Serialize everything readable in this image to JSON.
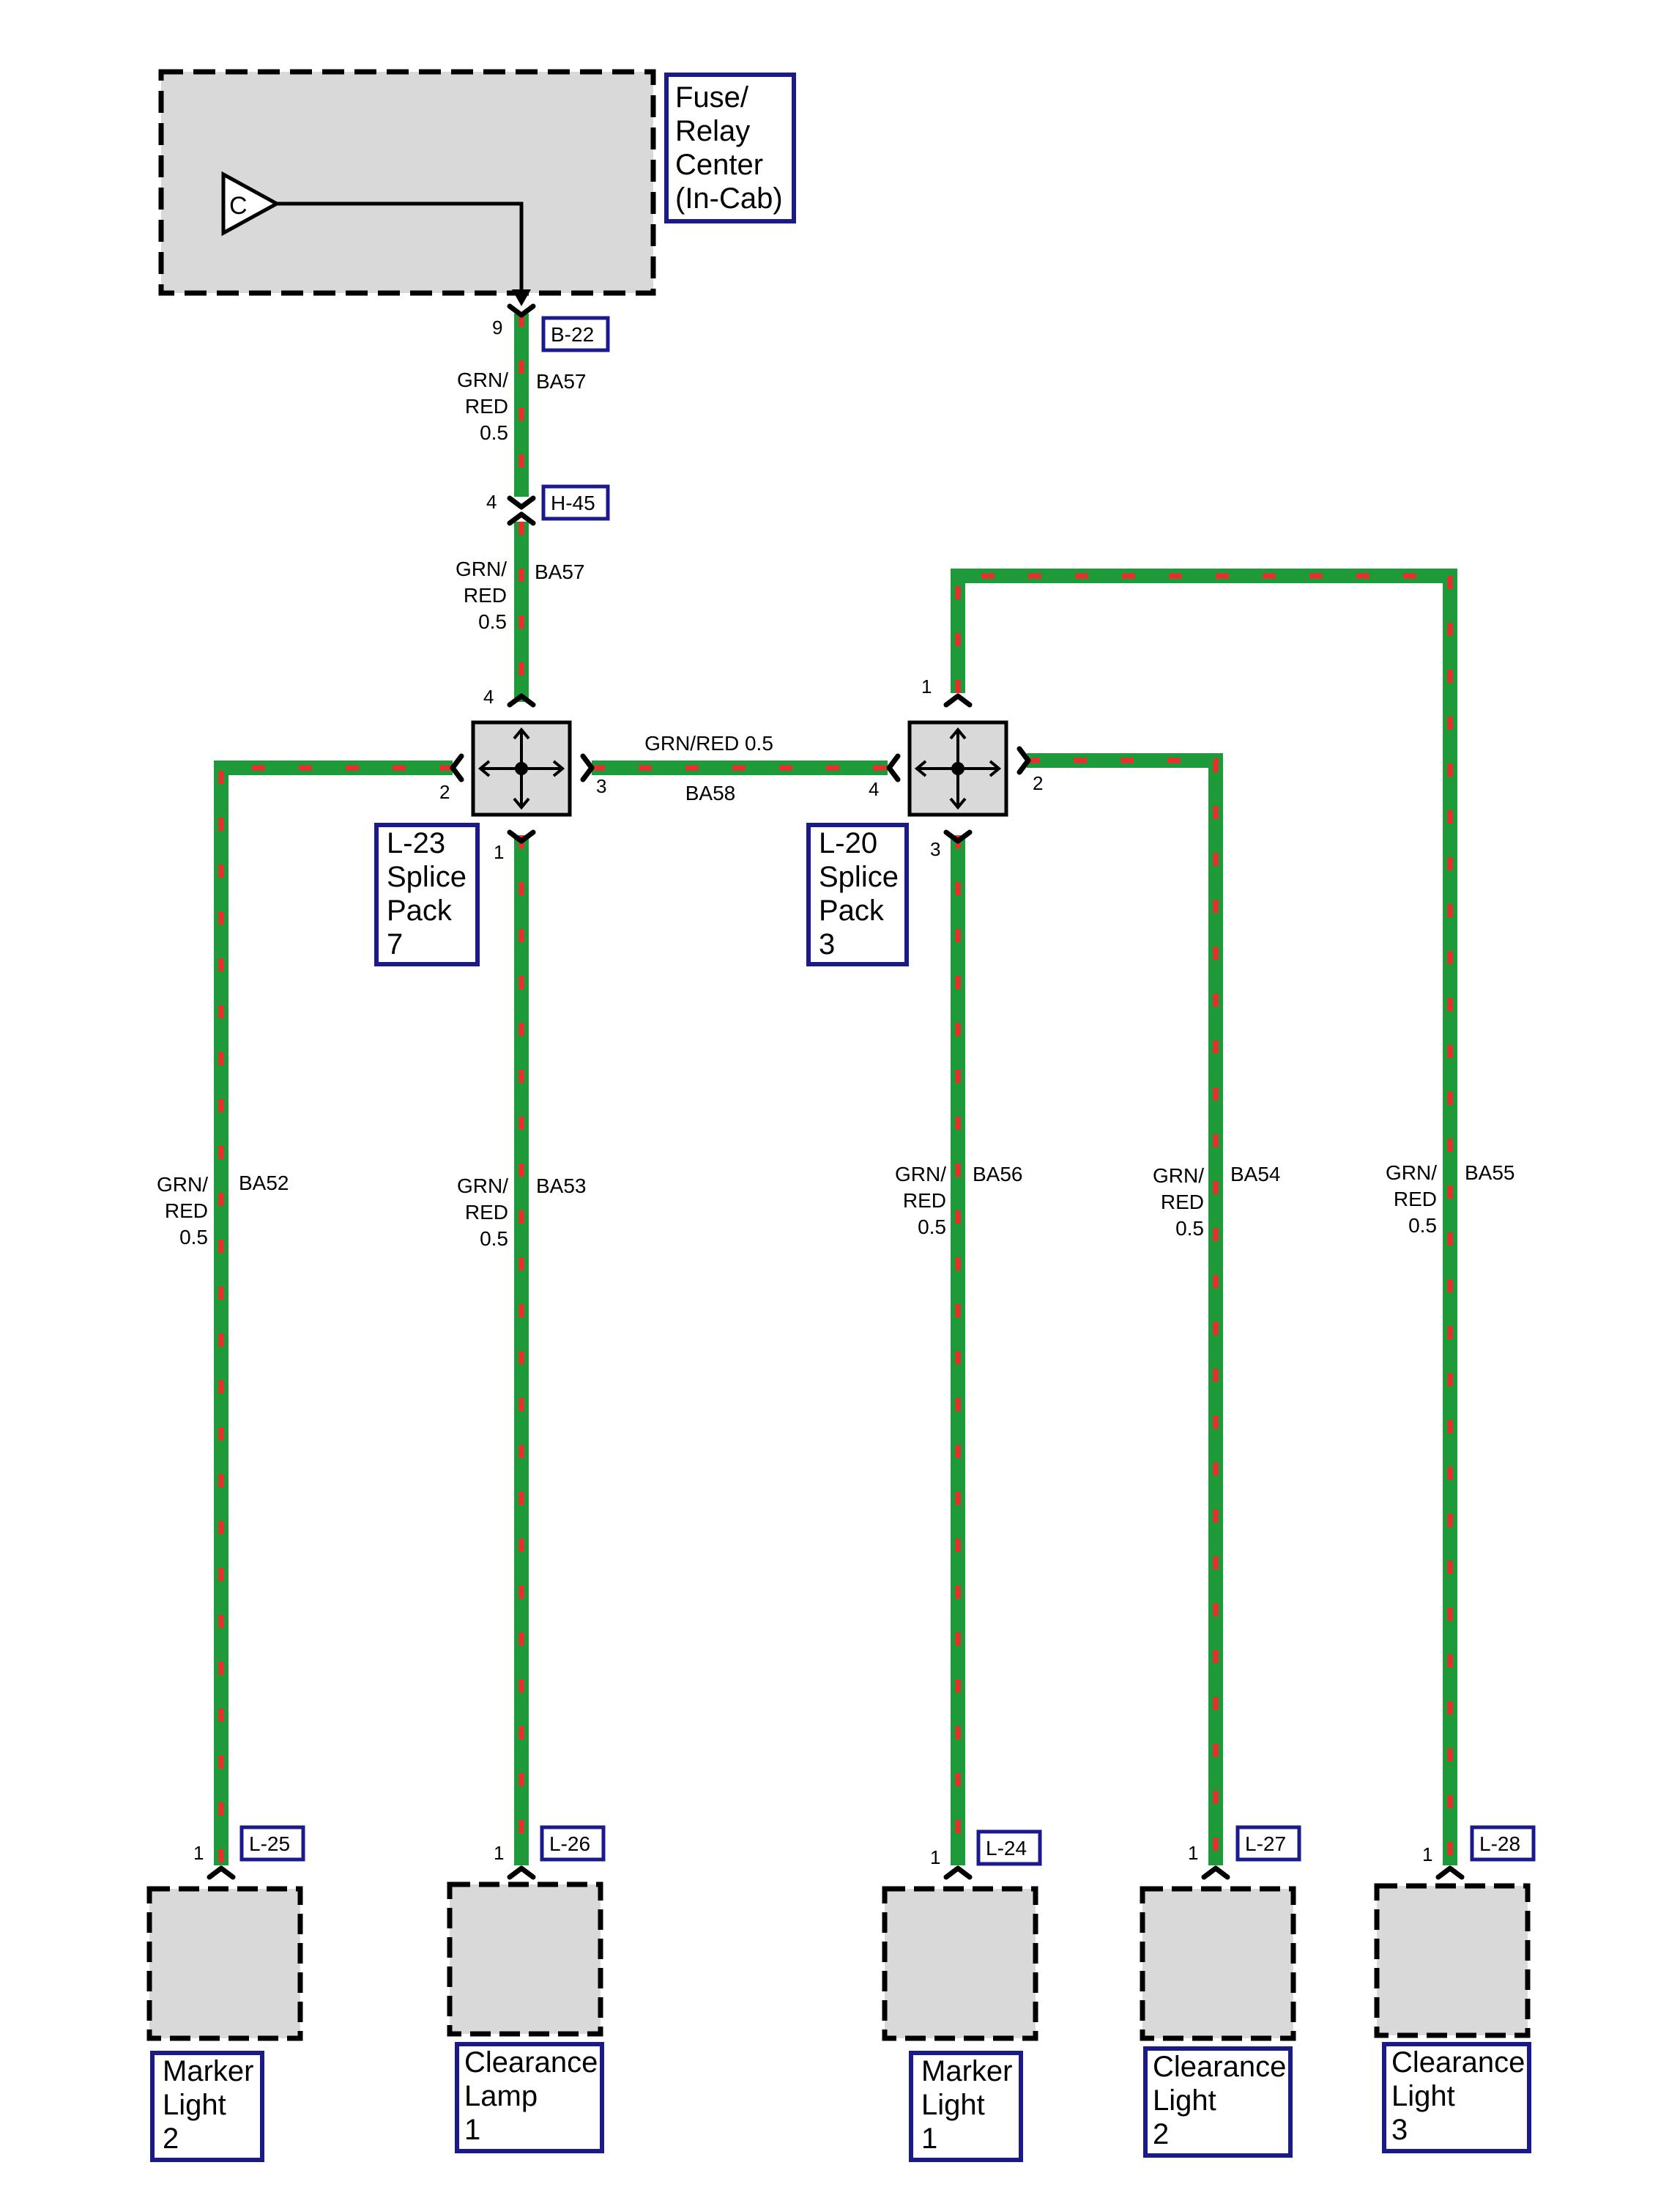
{
  "colors": {
    "wire_base": "#1f9a3a",
    "wire_stripe": "#ef2b2b",
    "component_fill": "#d9d9d9",
    "label_border": "#1a1a8c"
  },
  "fuse_relay_center": {
    "title_lines": [
      "Fuse/",
      "Relay",
      "Center",
      "(In-Cab)"
    ],
    "source_label": "C"
  },
  "connectors": {
    "b22": "B-22",
    "h45": "H-45",
    "l25": "L-25",
    "l26": "L-26",
    "l24": "L-24",
    "l27": "L-27",
    "l28": "L-28"
  },
  "pins": {
    "b22": "9",
    "h45": "4",
    "l23_top": "4",
    "l23_left": "2",
    "l23_right": "3",
    "l23_bottom": "1",
    "l20_top": "1",
    "l20_left": "4",
    "l20_right": "2",
    "l20_bottom": "3",
    "l25": "1",
    "l26": "1",
    "l24": "1",
    "l27": "1",
    "l28": "1"
  },
  "wires": {
    "ba57_upper": {
      "circuit": "BA57",
      "spec": [
        "GRN/",
        "RED",
        "0.5"
      ]
    },
    "ba57_lower": {
      "circuit": "BA57",
      "spec": [
        "GRN/",
        "RED",
        "0.5"
      ]
    },
    "ba58": {
      "circuit": "BA58",
      "spec": "GRN/RED 0.5"
    },
    "ba52": {
      "circuit": "BA52",
      "spec": [
        "GRN/",
        "RED",
        "0.5"
      ]
    },
    "ba53": {
      "circuit": "BA53",
      "spec": [
        "GRN/",
        "RED",
        "0.5"
      ]
    },
    "ba56": {
      "circuit": "BA56",
      "spec": [
        "GRN/",
        "RED",
        "0.5"
      ]
    },
    "ba54": {
      "circuit": "BA54",
      "spec": [
        "GRN/",
        "RED",
        "0.5"
      ]
    },
    "ba55": {
      "circuit": "BA55",
      "spec": [
        "GRN/",
        "RED",
        "0.5"
      ]
    }
  },
  "splice_packs": {
    "l23": {
      "lines": [
        "L-23",
        "Splice",
        "Pack",
        "7"
      ]
    },
    "l20": {
      "lines": [
        "L-20",
        "Splice",
        "Pack",
        "3"
      ]
    }
  },
  "components": {
    "marker_light_2": {
      "lines": [
        "Marker",
        "Light",
        "2"
      ]
    },
    "clearance_lamp_1": {
      "lines": [
        "Clearance",
        "Lamp",
        "1"
      ]
    },
    "marker_light_1": {
      "lines": [
        "Marker",
        "Light",
        "1"
      ]
    },
    "clearance_light_2": {
      "lines": [
        "Clearance",
        "Light",
        "2"
      ]
    },
    "clearance_light_3": {
      "lines": [
        "Clearance",
        "Light",
        "3"
      ]
    }
  }
}
